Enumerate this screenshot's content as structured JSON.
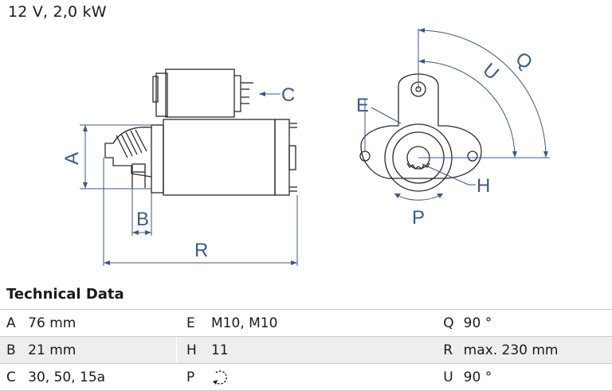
{
  "header": {
    "spec": "12 V, 2,0 kW"
  },
  "drawing": {
    "labels": {
      "A": "A",
      "B": "B",
      "C": "C",
      "R": "R",
      "E": "E",
      "H": "H",
      "P": "P",
      "U": "U",
      "Q": "Q"
    },
    "colors": {
      "outline": "#2a2a2a",
      "dimension": "#3d5a80"
    }
  },
  "technical": {
    "title": "Technical Data",
    "rows": [
      [
        {
          "key": "A",
          "value": "76 mm"
        },
        {
          "key": "E",
          "value": "M10, M10"
        },
        {
          "key": "Q",
          "value": "90 °"
        }
      ],
      [
        {
          "key": "B",
          "value": "21 mm"
        },
        {
          "key": "H",
          "value": "11"
        },
        {
          "key": "R",
          "value": "max. 230 mm"
        }
      ],
      [
        {
          "key": "C",
          "value": "30, 50, 15a"
        },
        {
          "key": "P",
          "value": "",
          "icon": "rotation-arrow-icon"
        },
        {
          "key": "U",
          "value": "90 °"
        }
      ]
    ]
  }
}
